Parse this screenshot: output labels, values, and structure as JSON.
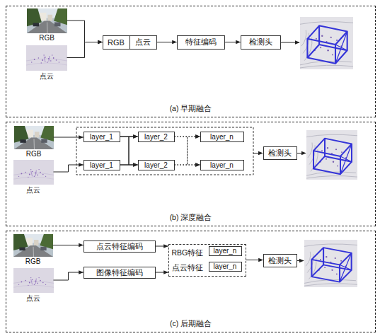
{
  "diagram": {
    "nodes": [
      {
        "text": [
          "(a) 早期融合"
        ]
      },
      {
        "text": [
          "RGB"
        ],
        "in": 0
      },
      {
        "text": [
          "点云"
        ],
        "in": 0
      },
      {
        "text": [
          "RGB",
          "点云"
        ],
        "in": 0
      },
      {
        "text": [
          "特征编码"
        ],
        "in": 0
      },
      {
        "text": [
          "检测头"
        ],
        "in": 0
      },
      {
        "text": [
          "(b) 深度融合"
        ]
      },
      {
        "text": [
          "RGB"
        ],
        "in": 6
      },
      {
        "text": [
          "点云"
        ],
        "in": 6
      },
      {
        "text": [
          "layer_1"
        ],
        "in": 6
      },
      {
        "text": [
          "layer_2"
        ],
        "in": 6
      },
      {
        "text": [
          "layer_n"
        ],
        "in": 6
      },
      {
        "text": [
          "layer_1"
        ],
        "in": 6
      },
      {
        "text": [
          "layer_2"
        ],
        "in": 6
      },
      {
        "text": [
          "layer_n"
        ],
        "in": 6
      },
      {
        "text": [
          "检测头"
        ],
        "in": 6
      },
      {
        "text": [
          "(c) 后期融合"
        ]
      },
      {
        "text": [
          "RGB"
        ],
        "in": 16
      },
      {
        "text": [
          "点云"
        ],
        "in": 16
      },
      {
        "text": [
          "点云特征编码"
        ],
        "in": 16
      },
      {
        "text": [
          "图像特征编码"
        ],
        "in": 16
      },
      {
        "text": [
          "RBG特征",
          "点云特征"
        ],
        "in": 16
      },
      {
        "text": [
          "layer_n"
        ],
        "in": 21
      },
      {
        "text": [
          "layer_n"
        ],
        "in": 21
      },
      {
        "text": [
          "检测头"
        ],
        "in": 16
      }
    ],
    "edges": [
      {
        "from": 1,
        "to": 3,
        "arrow": "to"
      },
      {
        "from": 2,
        "to": 3,
        "arrow": "to"
      },
      {
        "from": 3,
        "to": 4,
        "arrow": "to"
      },
      {
        "from": 4,
        "to": 5,
        "arrow": "to"
      },
      {
        "from": 7,
        "to": 9,
        "arrow": "to"
      },
      {
        "from": 8,
        "to": 12,
        "arrow": "to"
      },
      {
        "from": 9,
        "to": 10,
        "arrow": "to"
      },
      {
        "from": 9,
        "to": 13,
        "arrow": "to"
      },
      {
        "from": 12,
        "to": 13,
        "arrow": "to"
      },
      {
        "from": 12,
        "to": 10,
        "arrow": "to"
      },
      {
        "from": 10,
        "to": 11,
        "arrow": "to"
      },
      {
        "from": 10,
        "to": 14,
        "arrow": "to"
      },
      {
        "from": 13,
        "to": 14,
        "arrow": "to"
      },
      {
        "from": 13,
        "to": 11,
        "arrow": "to"
      },
      {
        "from": 17,
        "to": 19,
        "arrow": "to"
      },
      {
        "from": 18,
        "to": 20,
        "arrow": "to"
      },
      {
        "from": 19,
        "to": 21,
        "arrow": "to"
      },
      {
        "from": 20,
        "to": 21,
        "arrow": "to"
      },
      {
        "from": 21,
        "to": 24,
        "arrow": "to"
      }
    ]
  }
}
